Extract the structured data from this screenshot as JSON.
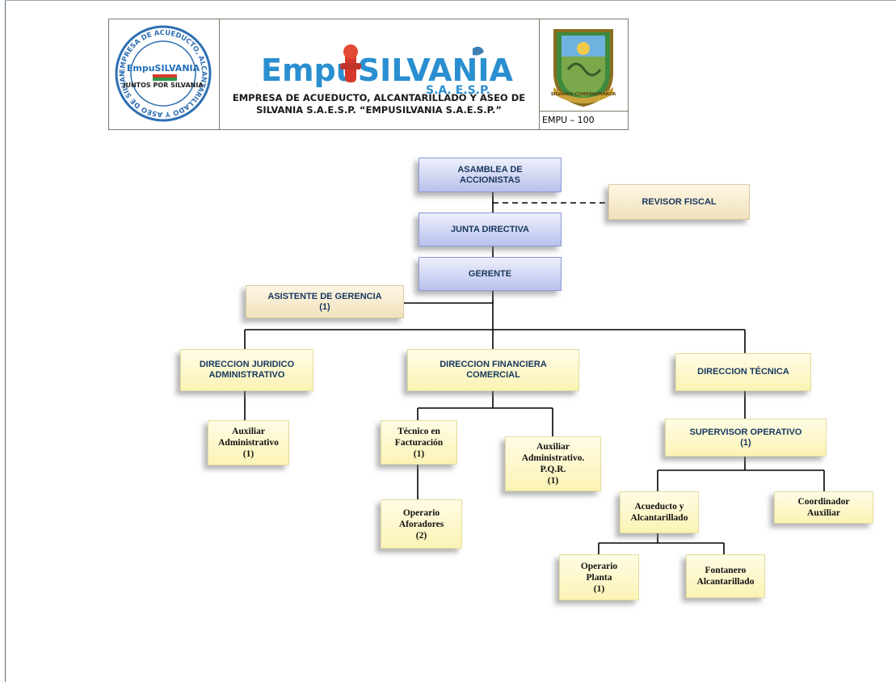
{
  "header": {
    "brand_name": "EmpuSILVANIA",
    "brand_suffix": "S.A. E.S.P.",
    "company_line1": "EMPRESA DE ACUEDUCTO, ALCANTARILLADO Y ASEO DE",
    "company_line2": "SILVANIA S.A.E.S.P. “EMPUSILVANIA S.A.E.S.P.”",
    "doc_code": "EMPU – 100",
    "seal_ring_text": "EMPRESA DE ACUEDUCTO, ALCANTARILLADO Y ASEO DE SILVANIA S.A. E.S.P.",
    "seal_brand": "EmpuSILVANIA",
    "seal_tagline": "JUNTOS POR SILVANIA",
    "crest_text": "SILVANIA CUNDINAMARCA"
  },
  "nodes": {
    "asamblea": "ASAMBLEA DE\nACCIONISTAS",
    "revisor": "REVISOR FISCAL",
    "junta": "JUNTA DIRECTIVA",
    "gerente": "GERENTE",
    "asistente": "ASISTENTE DE GERENCIA\n(1)",
    "juridico": "DIRECCION JURIDICO\nADMINISTRATIVO",
    "financiera": "DIRECCION FINANCIERA\nCOMERCIAL",
    "tecnica": "DIRECCION TÉCNICA",
    "aux_admin": "Auxiliar\nAdministrativo\n(1)",
    "tec_fact": "Técnico en\nFacturación\n(1)",
    "aux_pqr": "Auxiliar\nAdministrativo.\nP.Q.R.\n(1)",
    "op_aforadores": "Operario\nAforadores\n(2)",
    "supervisor": "SUPERVISOR OPERATIVO\n(1)",
    "acueducto": "Acueducto y\nAlcantarillado",
    "coordinador": "Coordinador\nAuxiliar",
    "op_planta": "Operario\nPlanta\n(1)",
    "fontanero": "Fontanero\nAlcantarillado"
  },
  "colors": {
    "blue_node": "#b9c1ec",
    "tan_node": "#f1e2bd",
    "yellow_node": "#fbf3b5",
    "text_navy": "#17375e"
  }
}
